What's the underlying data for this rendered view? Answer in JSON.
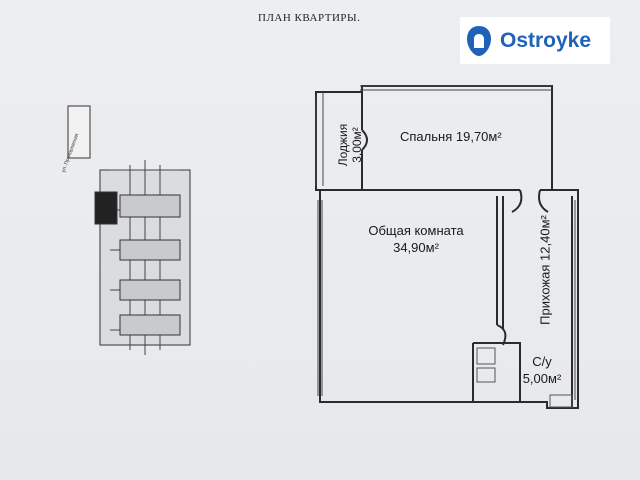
{
  "plan_title": "ПЛАН КВАРТИРЫ.",
  "logo": {
    "text": "Ostroyke",
    "icon": "ostroyke-logo-icon",
    "color": "#1f63b8"
  },
  "rooms": {
    "loggia": {
      "name": "Лоджия",
      "area": "3,00м²"
    },
    "bedroom": {
      "name": "Спальня",
      "area": "19,70м²"
    },
    "living": {
      "name": "Общая комната",
      "area": "34,90м²"
    },
    "hallway": {
      "name": "Прихожая",
      "area": "12,40м²"
    },
    "bathroom": {
      "name": "С/у",
      "area": "5,00м²"
    }
  },
  "keyplan": {
    "street_label": "ул. Прохоровская"
  }
}
